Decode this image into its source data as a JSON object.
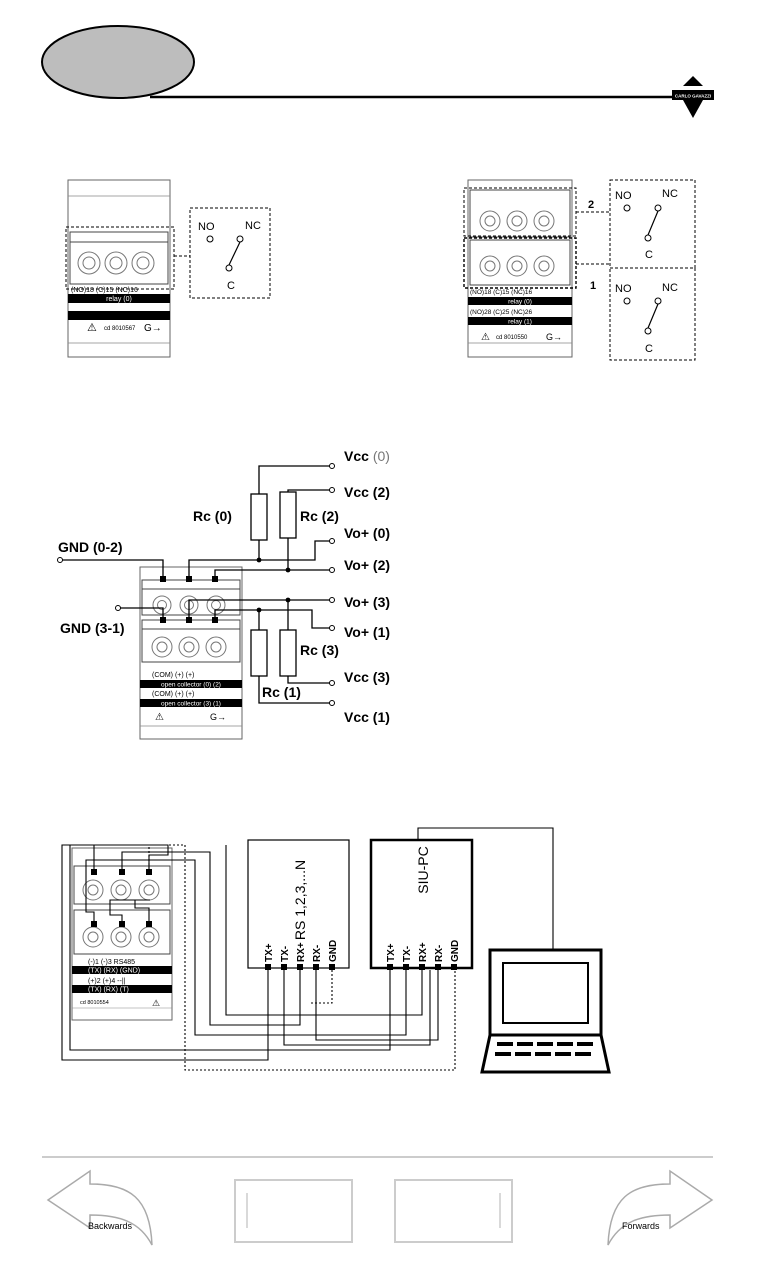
{
  "brand": {
    "logo_text": "CARLO GAVAZZI"
  },
  "relay_single": {
    "terminal_labels": "(NO)18   (C)15   (NC)16",
    "bar_label": "relay (0)",
    "code": "cd 8010567",
    "contact": {
      "no": "NO",
      "nc": "NC",
      "c": "C"
    }
  },
  "relay_double": {
    "row1": "(NO)18   (C)15   (NC)16",
    "bar1": "relay (0)",
    "row2": "(NO)28   (C)25   (NC)26",
    "bar2": "relay (1)",
    "code": "cd 8010550",
    "marker_top": "2",
    "marker_bottom": "1",
    "contact_top": {
      "no": "NO",
      "nc": "NC",
      "c": "C"
    },
    "contact_bottom": {
      "no": "NO",
      "nc": "NC",
      "c": "C"
    }
  },
  "open_collector": {
    "gnd_top": "GND (0-2)",
    "gnd_bottom": "GND (3-1)",
    "vcc0": "Vcc",
    "vcc0_num": "(0)",
    "vcc2": "Vcc (2)",
    "rc0": "Rc (0)",
    "rc2": "Rc (2)",
    "vo0": "Vo+ (0)",
    "vo2": "Vo+ (2)",
    "vo3": "Vo+ (3)",
    "vo1": "Vo+ (1)",
    "rc3": "Rc (3)",
    "vcc3": "Vcc (3)",
    "rc1": "Rc (1)",
    "vcc1": "Vcc (1)",
    "row1": "(COM)  (+)      (+)",
    "bar1": "open collector (0) (2)",
    "row2": "(COM)  (+)      (+)",
    "bar2": "open collector (3) (1)"
  },
  "rs485": {
    "row1": "(-)1     (-)3   RS485",
    "row1b": "(TX)    (RX)   (GND)",
    "row2": "(+)2    (+)4   --|| ",
    "row2b": "(TX)    (RX)    (T)",
    "code": "cd 8010554",
    "rs_box": "RS 1,2,3,...N",
    "siu_box": "SIU-PC",
    "pins_rs": [
      "TX+",
      "TX-",
      "RX+",
      "RX-",
      "GND"
    ],
    "pins_siu": [
      "TX+",
      "TX-",
      "RX+",
      "RX-",
      "GND"
    ]
  },
  "nav": {
    "backwards": "Backwards",
    "forwards": "Forwards"
  }
}
